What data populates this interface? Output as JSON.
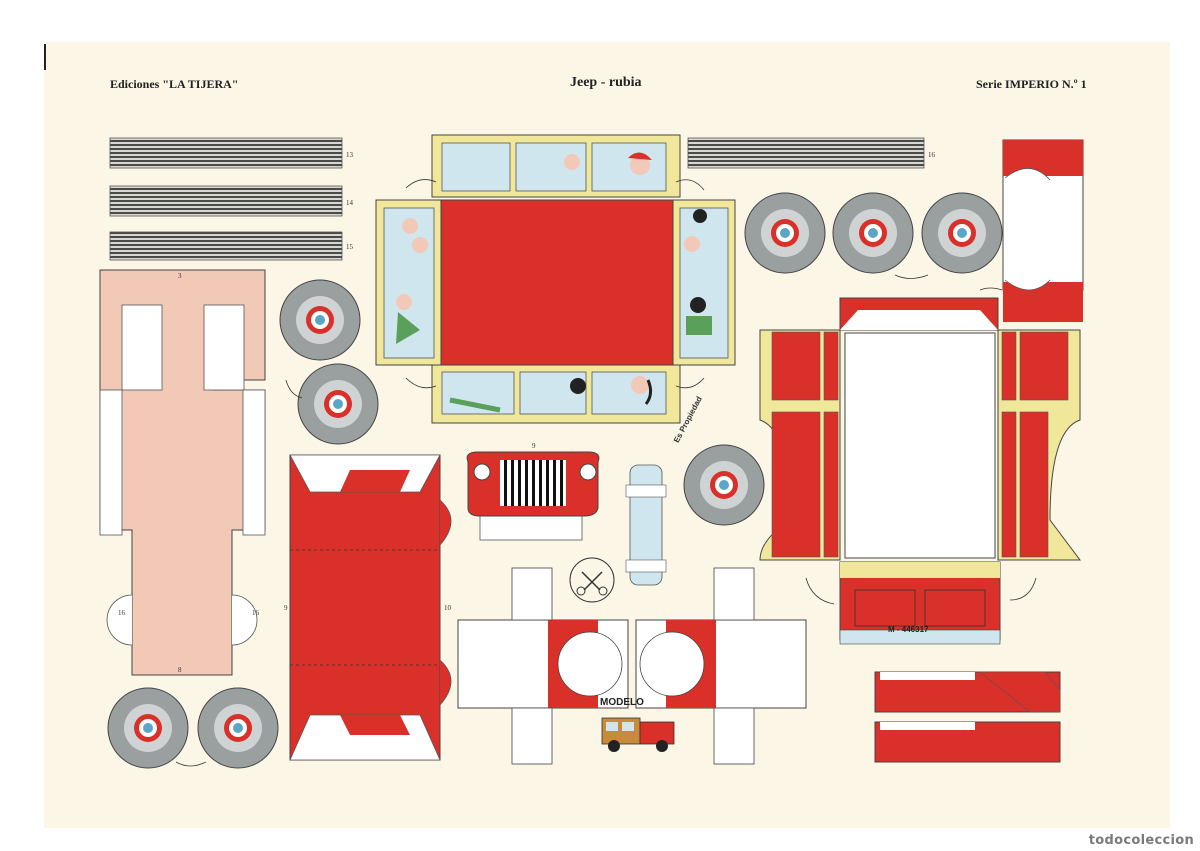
{
  "header": {
    "publisher": "Ediciones \"LA TIJERA\"",
    "title": "Jeep - rubia",
    "series": "Serie IMPERIO N.º 1"
  },
  "stamp": {
    "property": "Es Propiedad"
  },
  "model_label": "MODELO",
  "license_plate": "M - 446317",
  "watermark": "todocoleccion",
  "colors": {
    "paper": "#fbf6e6",
    "red": "#d9302a",
    "skin": "#f2c9b6",
    "yellow": "#f0e79a",
    "tire_gray": "#9aa0a0",
    "window_blue": "#cfe6ee"
  }
}
